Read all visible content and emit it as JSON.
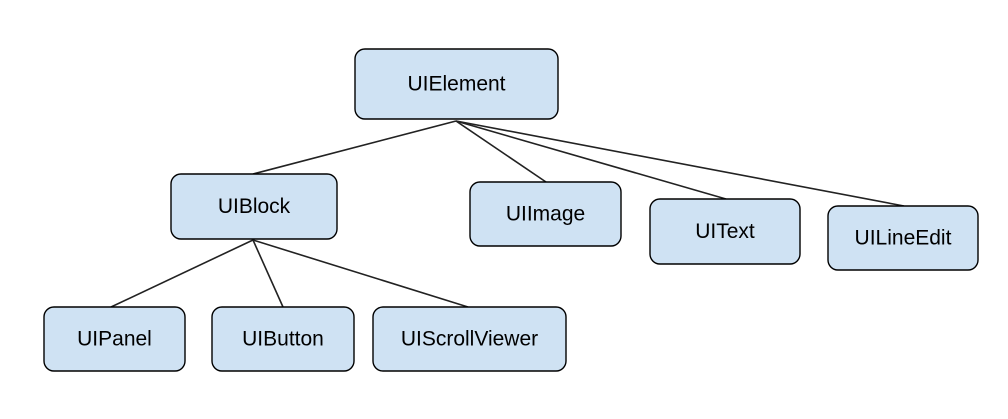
{
  "diagram": {
    "type": "class-hierarchy",
    "colors": {
      "node_fill": "#cfe2f3",
      "node_border": "#000000",
      "edge": "#222222"
    },
    "nodes": [
      {
        "id": "uielement",
        "label": "UIElement"
      },
      {
        "id": "uiblock",
        "label": "UIBlock"
      },
      {
        "id": "uiimage",
        "label": "UIImage"
      },
      {
        "id": "uitext",
        "label": "UIText"
      },
      {
        "id": "uilineedit",
        "label": "UILineEdit"
      },
      {
        "id": "uipanel",
        "label": "UIPanel"
      },
      {
        "id": "uibutton",
        "label": "UIButton"
      },
      {
        "id": "uiscrollviewer",
        "label": "UIScrollViewer"
      }
    ],
    "edges": [
      {
        "from": "uielement",
        "to": "uiblock"
      },
      {
        "from": "uielement",
        "to": "uiimage"
      },
      {
        "from": "uielement",
        "to": "uitext"
      },
      {
        "from": "uielement",
        "to": "uilineedit"
      },
      {
        "from": "uiblock",
        "to": "uipanel"
      },
      {
        "from": "uiblock",
        "to": "uibutton"
      },
      {
        "from": "uiblock",
        "to": "uiscrollviewer"
      }
    ]
  }
}
